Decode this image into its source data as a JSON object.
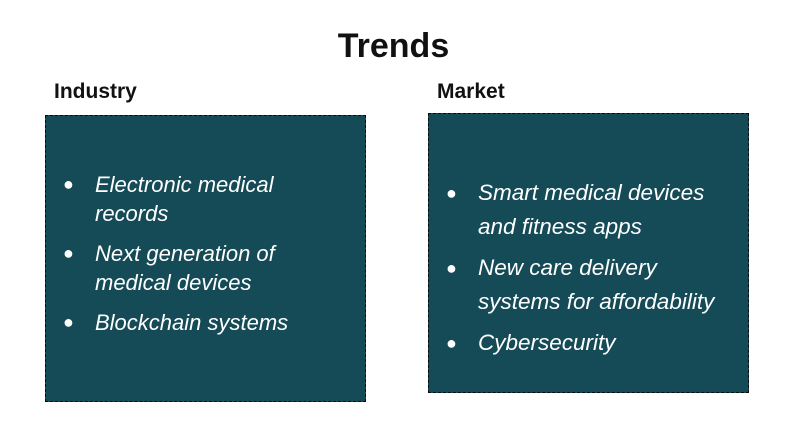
{
  "title": "Trends",
  "industry": {
    "heading": "Industry",
    "items": [
      "Electronic medical records",
      "Next generation of medical devices",
      "Blockchain systems"
    ]
  },
  "market": {
    "heading": "Market",
    "items": [
      "Smart medical devices and fitness apps",
      "New care delivery systems for affordability",
      "Cybersecurity"
    ]
  },
  "colors": {
    "box_fill": "#154a57",
    "text_on_box": "#ffffff"
  }
}
